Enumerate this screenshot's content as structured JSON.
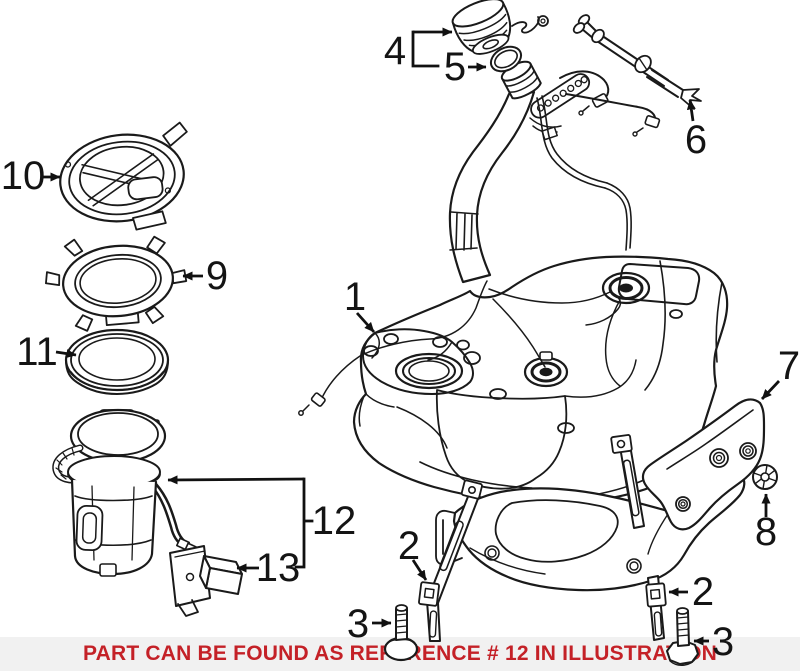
{
  "diagram": {
    "caption": {
      "text": "PART CAN BE FOUND AS REFERENCE # 12 IN ILLUSTRATION",
      "color": "#c42127"
    },
    "callouts": {
      "ref1": "1",
      "ref2_left": "2",
      "ref2_right": "2",
      "ref3_left": "3",
      "ref3_right": "3",
      "ref4": "4",
      "ref5": "5",
      "ref6": "6",
      "ref7": "7",
      "ref8": "8",
      "ref9": "9",
      "ref10": "10",
      "ref11": "11",
      "ref12": "12",
      "ref13": "13"
    },
    "line_color": "#1a1a1a",
    "background_color": "#ffffff"
  }
}
